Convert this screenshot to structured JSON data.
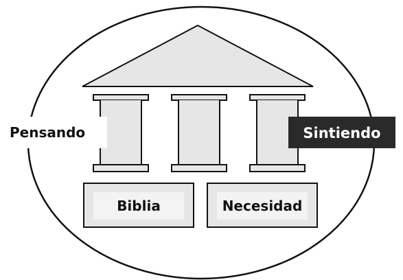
{
  "labels": {
    "left": "Pensando",
    "right": "Sintiendo",
    "base_left": "Biblia",
    "base_right": "Necesidad"
  },
  "colors": {
    "outline": "#111111",
    "fill": "#e6e6e6",
    "inner_box": "#f0f0f0",
    "label_dark_bg": "#2a2a2a",
    "label_dark_text": "#ffffff",
    "label_text": "#111111"
  }
}
